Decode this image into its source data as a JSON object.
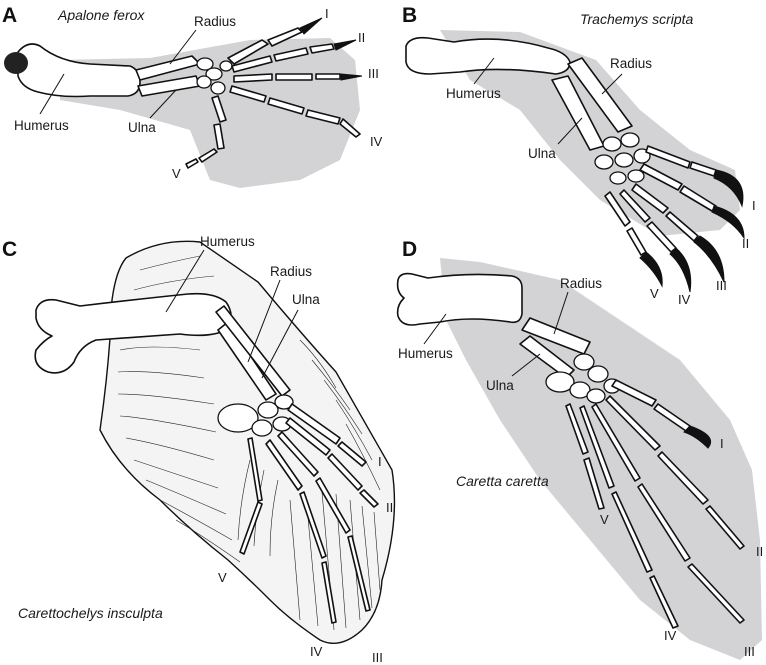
{
  "figure": {
    "panels": [
      {
        "letter": "A",
        "species": "Apalone ferox",
        "labels": {
          "radius": "Radius",
          "ulna": "Ulna",
          "humerus": "Humerus"
        },
        "digits": [
          "I",
          "II",
          "III",
          "IV",
          "V"
        ]
      },
      {
        "letter": "B",
        "species": "Trachemys scripta",
        "labels": {
          "radius": "Radius",
          "ulna": "Ulna",
          "humerus": "Humerus"
        },
        "digits": [
          "I",
          "II",
          "III",
          "IV",
          "V"
        ]
      },
      {
        "letter": "C",
        "species": "Carettochelys insculpta",
        "labels": {
          "humerus": "Humerus",
          "radius": "Radius",
          "ulna": "Ulna"
        },
        "digits": [
          "I",
          "II",
          "III",
          "IV",
          "V"
        ]
      },
      {
        "letter": "D",
        "species": "Caretta caretta",
        "labels": {
          "radius": "Radius",
          "ulna": "Ulna",
          "humerus": "Humerus"
        },
        "digits": [
          "I",
          "II",
          "III",
          "IV",
          "V"
        ]
      }
    ]
  },
  "colors": {
    "shading": "#d3d3d6",
    "bone_fill": "#ffffff",
    "ink": "#111111"
  }
}
